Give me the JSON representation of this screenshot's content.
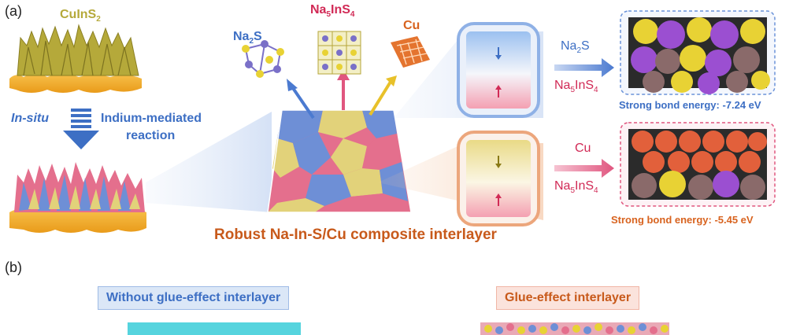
{
  "panel_a": {
    "label": "(a)",
    "top_left_material": "CuInS",
    "top_left_material_sub": "2",
    "insitu": "In-situ",
    "reaction_line1": "Indium-mediated",
    "reaction_line2": "reaction",
    "product_na2s": "Na",
    "product_na2s_sub": "2",
    "product_na2s_tail": "S",
    "product_na5ins4_a": "Na",
    "product_na5ins4_sub1": "5",
    "product_na5ins4_b": "InS",
    "product_na5ins4_sub2": "4",
    "product_cu": "Cu",
    "interlayer_caption": "Robust Na-In-S/Cu composite interlayer",
    "upper_arrow_top_label": "Na",
    "upper_arrow_top_sub": "2",
    "upper_arrow_top_tail": "S",
    "upper_arrow_bottom_a": "Na",
    "upper_arrow_bottom_sub1": "5",
    "upper_arrow_bottom_b": "InS",
    "upper_arrow_bottom_sub2": "4",
    "upper_bond_energy": "Strong bond energy: -7.24 eV",
    "lower_arrow_top_label": "Cu",
    "lower_arrow_bottom_a": "Na",
    "lower_arrow_bottom_sub1": "5",
    "lower_arrow_bottom_b": "InS",
    "lower_arrow_bottom_sub2": "4",
    "lower_bond_energy": "Strong bond energy: -5.45 eV"
  },
  "panel_b": {
    "label": "(b)",
    "left_caption": "Without glue-effect interlayer",
    "right_caption": "Glue-effect interlayer"
  },
  "colors": {
    "blue_text": "#3d6fc4",
    "red_text": "#d12a56",
    "orange_text": "#d8631f",
    "gold_material": "#b5a93a",
    "caption_orange": "#c85a1b"
  }
}
